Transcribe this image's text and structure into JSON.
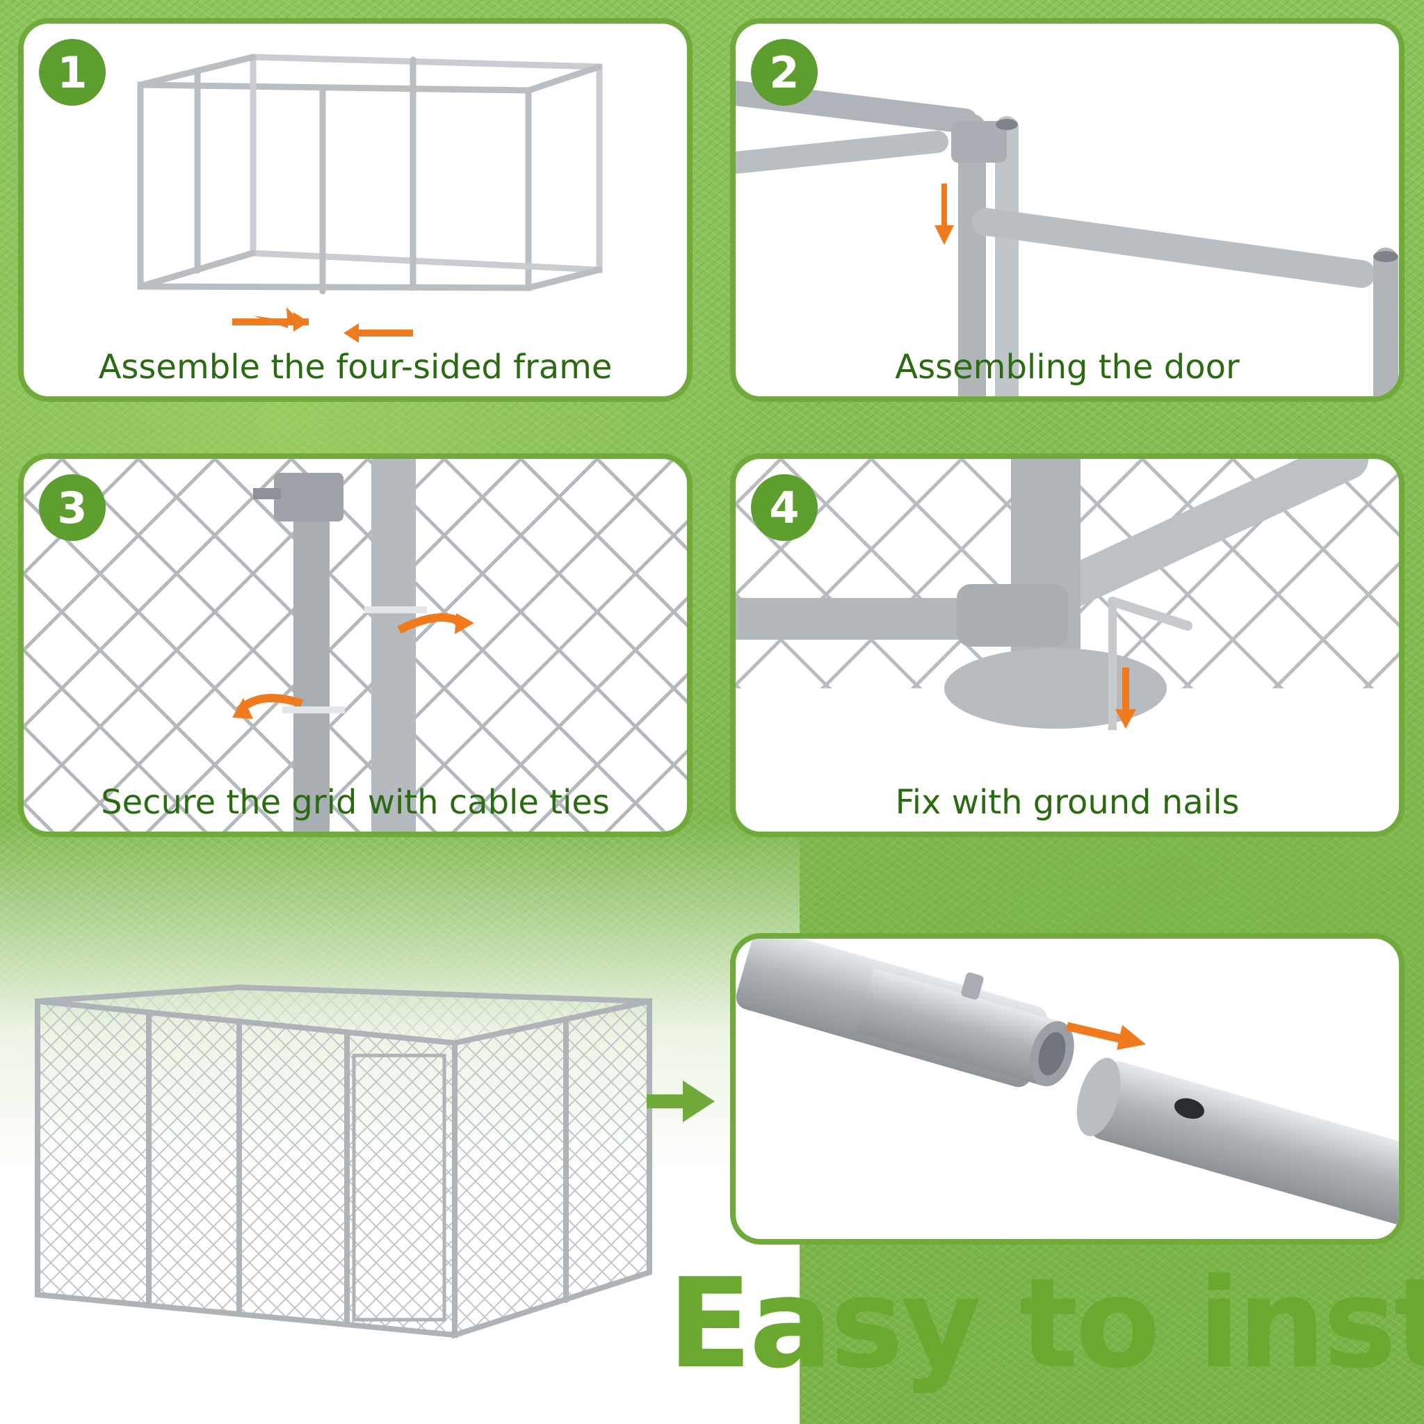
{
  "steps": [
    {
      "number": "1",
      "caption": "Assemble the four-sided frame"
    },
    {
      "number": "2",
      "caption": "Assembling the door"
    },
    {
      "number": "3",
      "caption": "Secure the grid with cable ties"
    },
    {
      "number": "4",
      "caption": "Fix with ground nails"
    }
  ],
  "headline": "Easy to install",
  "colors": {
    "brand_green": "#6faa3a",
    "badge_green": "#5e9e2e",
    "caption_green": "#2a6a10",
    "arrow_orange": "#f07a1e",
    "steel": "#b9bec3"
  }
}
